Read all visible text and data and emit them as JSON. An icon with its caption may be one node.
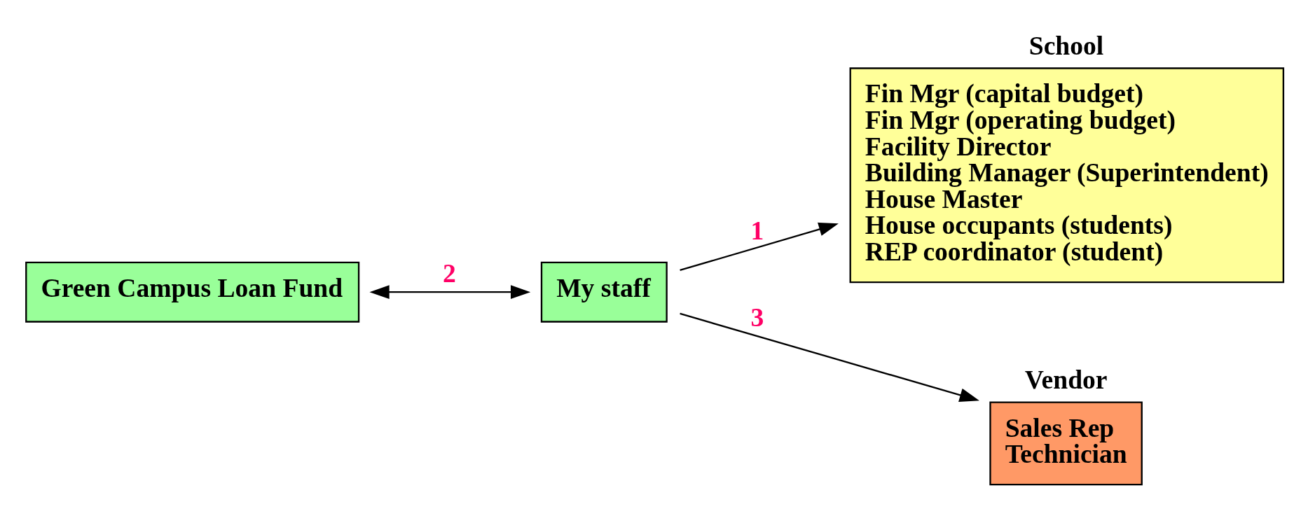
{
  "diagram": {
    "nodes": [
      {
        "text": [
          "Green Campus Loan Fund"
        ]
      },
      {
        "text": [
          "My staff"
        ]
      },
      {
        "text": [
          "School",
          "Fin Mgr (capital budget)",
          "Fin Mgr (operating budget)",
          "Facility Director",
          "Building Manager (Superintendent)",
          "House Master",
          "House occupants (students)",
          "REP coordinator (student)"
        ]
      },
      {
        "text": [
          "Vendor",
          "Sales Rep",
          "Technician"
        ]
      }
    ],
    "edges": [
      {
        "from": 0,
        "to": 1,
        "arrow": "both",
        "label": "2"
      },
      {
        "from": 1,
        "to": 2,
        "arrow": "to",
        "label": "1"
      },
      {
        "from": 1,
        "to": 3,
        "arrow": "to",
        "label": "3"
      }
    ]
  }
}
